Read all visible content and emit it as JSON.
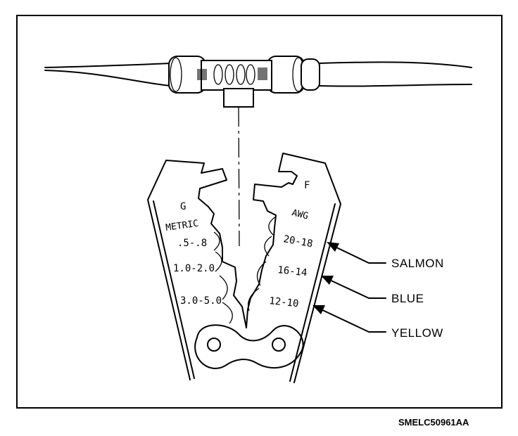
{
  "figure": {
    "code": "SMELC50961AA"
  },
  "tool": {
    "left_jaw_letter": "G",
    "right_jaw_letter": "F",
    "metric_heading": "METRIC",
    "metric_sizes": [
      ".5-.8",
      "1.0-2.0",
      "3.0-5.0"
    ],
    "awg_heading": "AWG",
    "awg_sizes": [
      "20-18",
      "16-14",
      "12-10"
    ]
  },
  "callouts": [
    {
      "label": "SALMON"
    },
    {
      "label": "BLUE"
    },
    {
      "label": "YELLOW"
    }
  ]
}
